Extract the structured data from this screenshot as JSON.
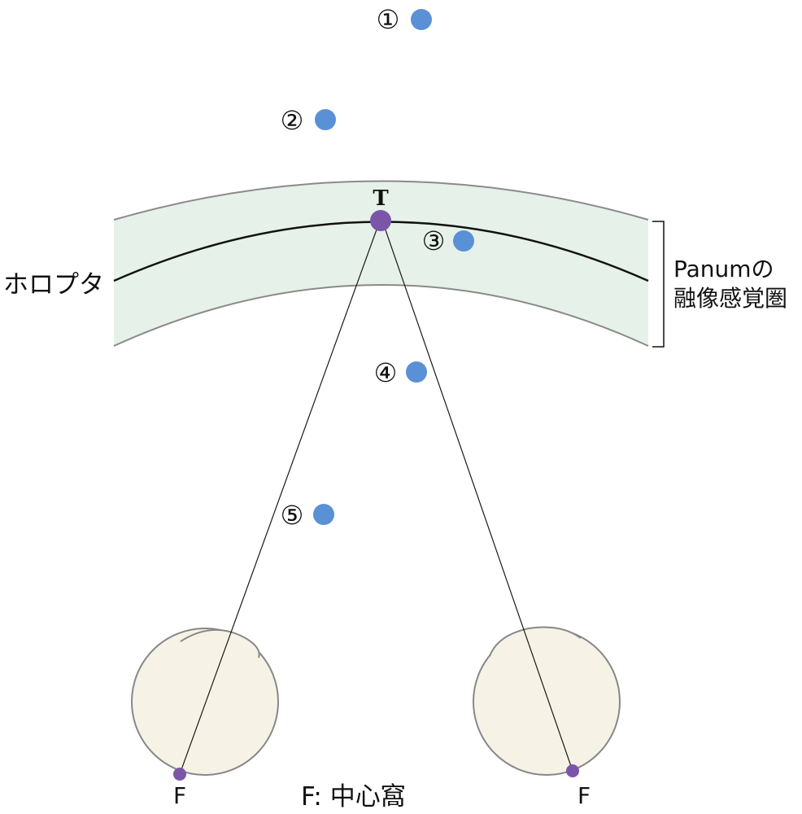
{
  "labels": {
    "fixation_point": "T",
    "horopter": "ホロプタ",
    "panum_line1": "Panumの",
    "panum_line2": "融像感覚圏",
    "fovea_left": "F",
    "fovea_right": "F",
    "fovea_legend": "F: 中心窩"
  },
  "points": [
    {
      "label": "①"
    },
    {
      "label": "②"
    },
    {
      "label": "③"
    },
    {
      "label": "④"
    },
    {
      "label": "⑤"
    }
  ],
  "colors": {
    "point_blue": "#5a90d6",
    "fixation_purple": "#7b56a8",
    "panum_fill": "#e6f1e9",
    "panum_edge": "#8a8a8a",
    "eye_fill": "#f6f3e6",
    "eye_edge": "#888888",
    "line": "#1a1a1a"
  },
  "icons": {
    "eye": "eyeball-icon"
  }
}
